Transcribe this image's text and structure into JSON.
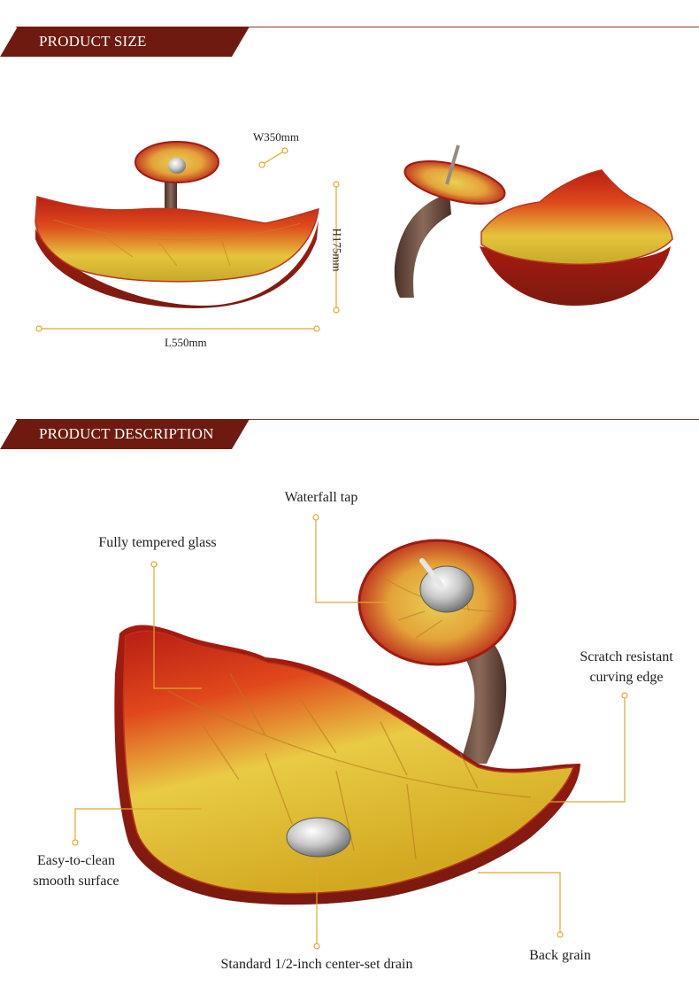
{
  "sections": {
    "size": {
      "title": "PRODUCT SIZE"
    },
    "description": {
      "title": "PRODUCT DESCRIPTION"
    }
  },
  "dimensions": {
    "width": "W350mm",
    "height": "H175mm",
    "length": "L550mm"
  },
  "features": {
    "waterfall_tap": "Waterfall tap",
    "tempered_glass": "Fully tempered glass",
    "scratch_resistant_line1": "Scratch resistant",
    "scratch_resistant_line2": "curving edge",
    "easy_clean_line1": "Easy-to-clean",
    "easy_clean_line2": "smooth surface",
    "drain": "Standard 1/2-inch center-set drain",
    "back_grain": "Back grain"
  },
  "colors": {
    "banner": "#6e1a10",
    "callout_line": "#e0a82e",
    "glass_red": "#c8281c",
    "glass_gold": "#d8c23a",
    "bronze": "#6a4a40"
  }
}
